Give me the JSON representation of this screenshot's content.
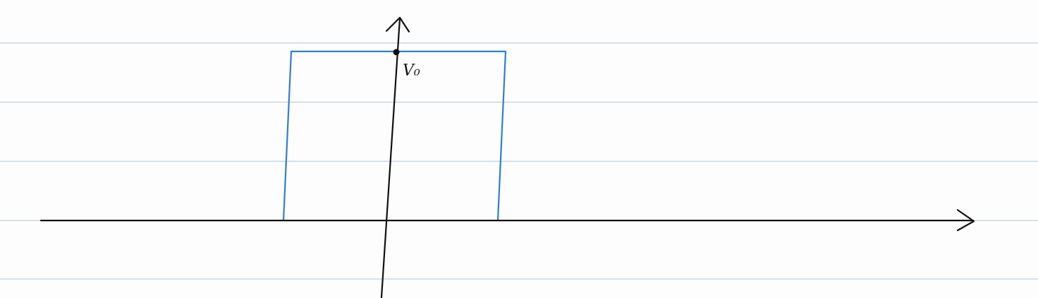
{
  "diagram": {
    "label_v0": "V₀",
    "colors": {
      "background": "#fdfdfd",
      "ruled_lines": "#d9e0e8",
      "axes": "#111111",
      "pulse": "#2f7fd1",
      "point": "#111111"
    },
    "ruled_lines": {
      "count": 5
    },
    "shape": "rectangular-pulse"
  }
}
